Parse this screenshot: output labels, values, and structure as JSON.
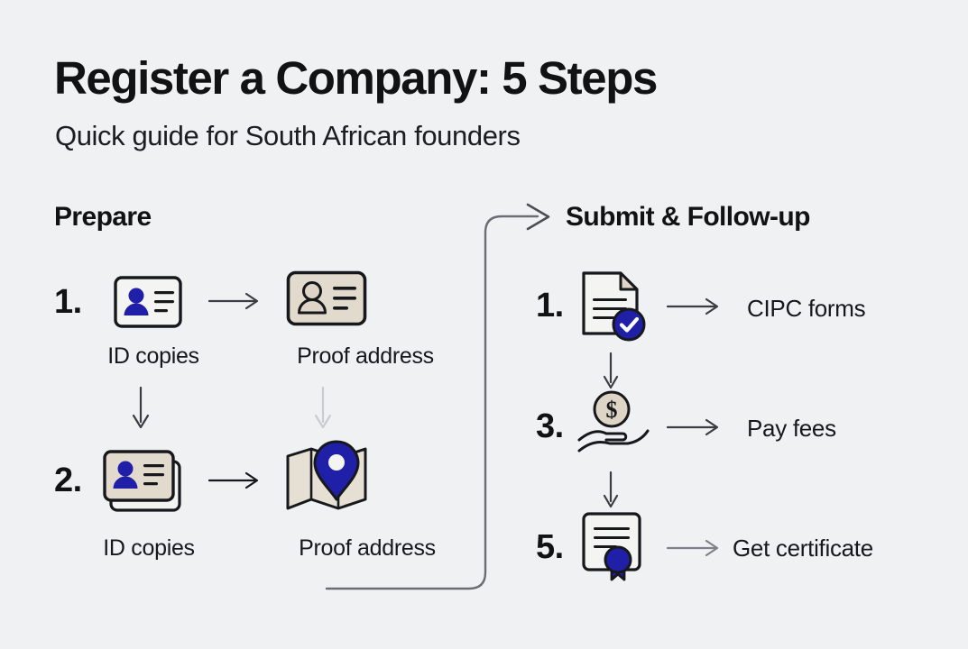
{
  "header": {
    "title": "Register a Company: 5 Steps",
    "subtitle": "Quick guide for South African founders"
  },
  "colors": {
    "background": "#f0f1f3",
    "ink": "#111214",
    "accent_blue": "#1f1fa8",
    "beige": "#e2dacd",
    "arrow_dark": "#3a3d42",
    "arrow_light": "#c9cbce",
    "connector": "#53565b"
  },
  "columns": [
    {
      "key": "prepare",
      "heading": "Prepare",
      "rows": [
        {
          "number": "1.",
          "items": [
            {
              "icon": "id-card-icon",
              "caption": "ID copies"
            },
            {
              "icon": "id-card-beige-icon",
              "caption": "Proof address"
            }
          ]
        },
        {
          "number": "2.",
          "items": [
            {
              "icon": "id-cards-stacked-icon",
              "caption": "ID copies"
            },
            {
              "icon": "map-pin-icon",
              "caption": "Proof address"
            }
          ]
        }
      ]
    },
    {
      "key": "submit",
      "heading": "Submit & Follow-up",
      "rows": [
        {
          "number": "1.",
          "icon": "document-check-icon",
          "label": "CIPC forms"
        },
        {
          "number": "3.",
          "icon": "hand-coin-icon",
          "label": "Pay fees"
        },
        {
          "number": "5.",
          "icon": "certificate-seal-icon",
          "label": "Get certificate"
        }
      ]
    }
  ]
}
